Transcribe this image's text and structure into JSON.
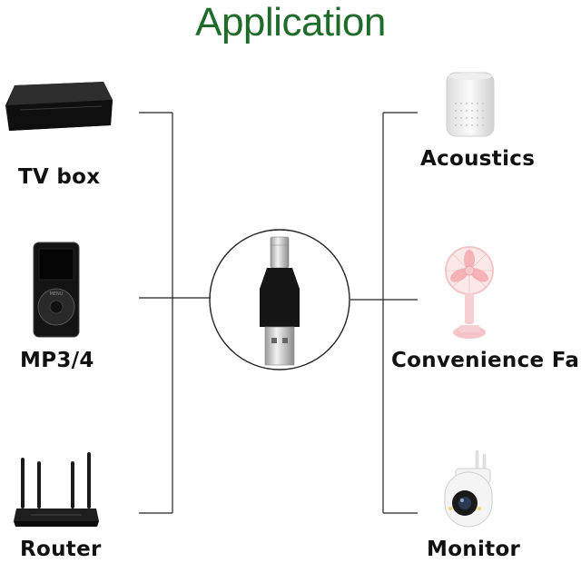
{
  "title": "Application",
  "colors": {
    "title": "#1e6b2a",
    "line": "#222222",
    "label": "#111111"
  },
  "left_devices": [
    {
      "label": "TV box",
      "icon": "tv-box-icon"
    },
    {
      "label": "MP3/4",
      "icon": "mp3-player-icon"
    },
    {
      "label": "Router",
      "icon": "router-icon"
    }
  ],
  "right_devices": [
    {
      "label": "Acoustics",
      "icon": "smart-speaker-icon"
    },
    {
      "label": "Convenience Fan",
      "icon": "handheld-fan-icon"
    },
    {
      "label": "Monitor",
      "icon": "security-camera-icon"
    }
  ],
  "center": {
    "icon": "usb-to-dc-adapter-icon"
  }
}
